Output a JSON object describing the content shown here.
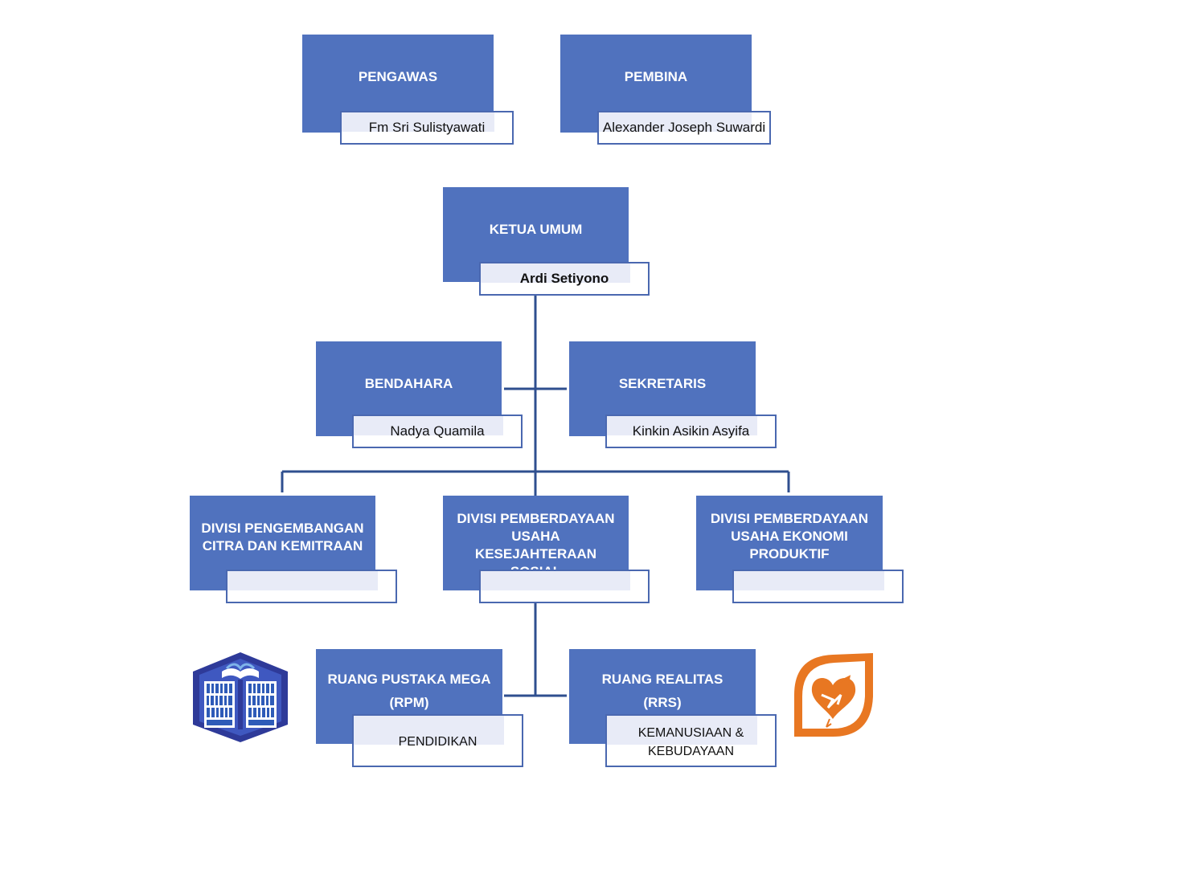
{
  "top": {
    "pengawas": {
      "title": "PENGAWAS",
      "name": "Fm Sri Sulistyawati"
    },
    "pembina": {
      "title": "PEMBINA",
      "name": "Alexander Joseph Suwardi"
    }
  },
  "ketua": {
    "title": "KETUA UMUM",
    "name": "Ardi Setiyono"
  },
  "bendahara": {
    "title": "BENDAHARA",
    "name": "Nadya Quamila"
  },
  "sekretaris": {
    "title": "SEKRETARIS",
    "name": "Kinkin Asikin Asyifa"
  },
  "divisi": [
    {
      "title": "DIVISI PENGEMBANGAN CITRA DAN KEMITRAAN",
      "name": ""
    },
    {
      "title": "DIVISI PEMBERDAYAAN USAHA KESEJAHTERAAN SOSIAL",
      "name": ""
    },
    {
      "title": "DIVISI PEMBERDAYAAN USAHA EKONOMI PRODUKTIF",
      "name": ""
    }
  ],
  "units": [
    {
      "title_line1": "RUANG PUSTAKA MEGA",
      "title_line2": "(RPM)",
      "name": "PENDIDIKAN"
    },
    {
      "title_line1": "RUANG REALITAS",
      "title_line2": "(RRS)",
      "name_line1": "KEMANUSIAAN &",
      "name_line2": "KEBUDAYAAN"
    }
  ],
  "logos": {
    "left": "library-logo",
    "right": "heart-logo"
  },
  "colors": {
    "box": "#5072be",
    "line": "#2f4f8f",
    "border": "#4a68b0",
    "logo_orange": "#e87722",
    "logo_blue": "#2e3a99"
  }
}
